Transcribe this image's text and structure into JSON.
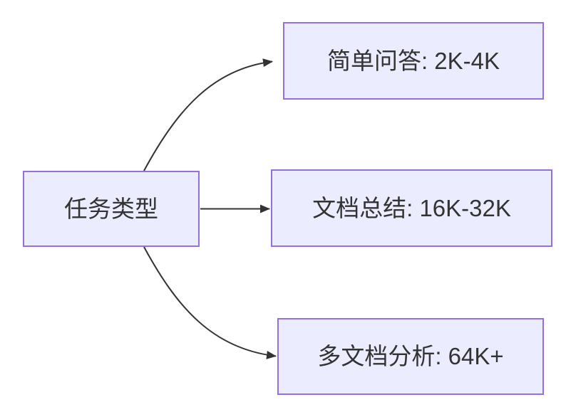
{
  "diagram": {
    "type": "flowchart-left-to-right",
    "root": {
      "id": "task-type",
      "label": "任务类型"
    },
    "children": [
      {
        "id": "simple-qa",
        "label": "简单问答: 2K-4K"
      },
      {
        "id": "doc-summary",
        "label": "文档总结: 16K-32K"
      },
      {
        "id": "multi-doc",
        "label": "多文档分析: 64K+"
      }
    ],
    "edges": [
      {
        "from": "task-type",
        "to": "simple-qa",
        "arrow": "filled-triangle"
      },
      {
        "from": "task-type",
        "to": "doc-summary",
        "arrow": "filled-triangle"
      },
      {
        "from": "task-type",
        "to": "multi-doc",
        "arrow": "filled-triangle"
      }
    ],
    "colors": {
      "node_fill": "#ECECFF",
      "node_border": "#9370DB",
      "edge": "#333333",
      "text": "#333333",
      "background": "#FFFFFF"
    }
  }
}
